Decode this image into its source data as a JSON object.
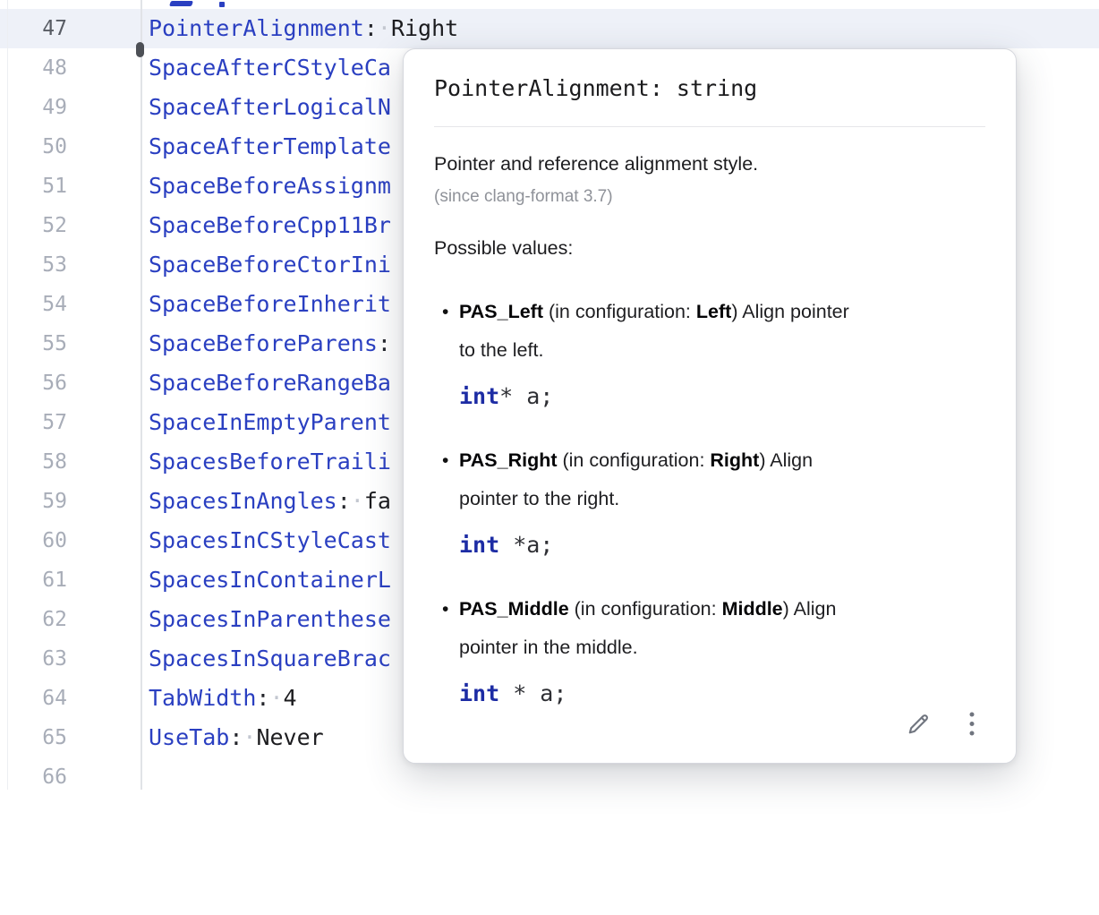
{
  "editor": {
    "gutter_current_line": "47",
    "lines": [
      {
        "number": "47",
        "key": "PointerAlignment",
        "colon": ":",
        "value": "Right",
        "current": true
      },
      {
        "number": "48",
        "key": "SpaceAfterCStyleCa",
        "colon": "",
        "value": ""
      },
      {
        "number": "49",
        "key": "SpaceAfterLogicalN",
        "colon": "",
        "value": ""
      },
      {
        "number": "50",
        "key": "SpaceAfterTemplate",
        "colon": "",
        "value": ""
      },
      {
        "number": "51",
        "key": "SpaceBeforeAssignm",
        "colon": "",
        "value": ""
      },
      {
        "number": "52",
        "key": "SpaceBeforeCpp11Br",
        "colon": "",
        "value": ""
      },
      {
        "number": "53",
        "key": "SpaceBeforeCtorIni",
        "colon": "",
        "value": ""
      },
      {
        "number": "54",
        "key": "SpaceBeforeInherit",
        "colon": "",
        "value": ""
      },
      {
        "number": "55",
        "key": "SpaceBeforeParens",
        "colon": ":",
        "value": ""
      },
      {
        "number": "56",
        "key": "SpaceBeforeRangeBa",
        "colon": "",
        "value": ""
      },
      {
        "number": "57",
        "key": "SpaceInEmptyParent",
        "colon": "",
        "value": ""
      },
      {
        "number": "58",
        "key": "SpacesBeforeTraili",
        "colon": "",
        "value": ""
      },
      {
        "number": "59",
        "key": "SpacesInAngles",
        "colon": ":",
        "value": "fa"
      },
      {
        "number": "60",
        "key": "SpacesInCStyleCast",
        "colon": "",
        "value": ""
      },
      {
        "number": "61",
        "key": "SpacesInContainerL",
        "colon": "",
        "value": ""
      },
      {
        "number": "62",
        "key": "SpacesInParenthese",
        "colon": "",
        "value": ""
      },
      {
        "number": "63",
        "key": "SpacesInSquareBrac",
        "colon": "",
        "value": ""
      },
      {
        "number": "64",
        "key": "TabWidth",
        "colon": ":",
        "value": "4"
      },
      {
        "number": "65",
        "key": "UseTab",
        "colon": ":",
        "value": "Never"
      },
      {
        "number": "66",
        "key": "",
        "colon": "",
        "value": ""
      }
    ],
    "whitespace_dot": "·"
  },
  "popup": {
    "title": "PointerAlignment: string",
    "description": "Pointer and reference alignment style.",
    "since": "(since clang-format 3.7)",
    "possible_values_label": "Possible values:",
    "bullet_char": "•",
    "values": [
      {
        "name": "PAS_Left",
        "after_name": " (in configuration: ",
        "config": "Left",
        "line1_tail": ") Align pointer",
        "line2": "to the left.",
        "code_kw": "int",
        "code_rest": "* a;"
      },
      {
        "name": "PAS_Right",
        "after_name": " (in configuration: ",
        "config": "Right",
        "line1_tail": ") Align",
        "line2": "pointer to the right.",
        "code_kw": "int",
        "code_rest": " *a;"
      },
      {
        "name": "PAS_Middle",
        "after_name": " (in configuration: ",
        "config": "Middle",
        "line1_tail": ") Align",
        "line2": "pointer in the middle.",
        "code_kw": "int",
        "code_rest": " * a;"
      }
    ],
    "icons": {
      "edit": "pencil-icon",
      "more": "kebab-menu-icon"
    }
  },
  "colors": {
    "code_key_blue": "#2a3fc1",
    "code_value": "#1c1c1f",
    "keyword_navy": "#1d2ca4",
    "line_number": "#a8adb8",
    "line_number_current": "#585c64",
    "current_line_highlight": "#eef1f8",
    "popup_border": "#d6d8de",
    "muted_gray": "#8f9299",
    "icon_gray": "#70757f"
  }
}
